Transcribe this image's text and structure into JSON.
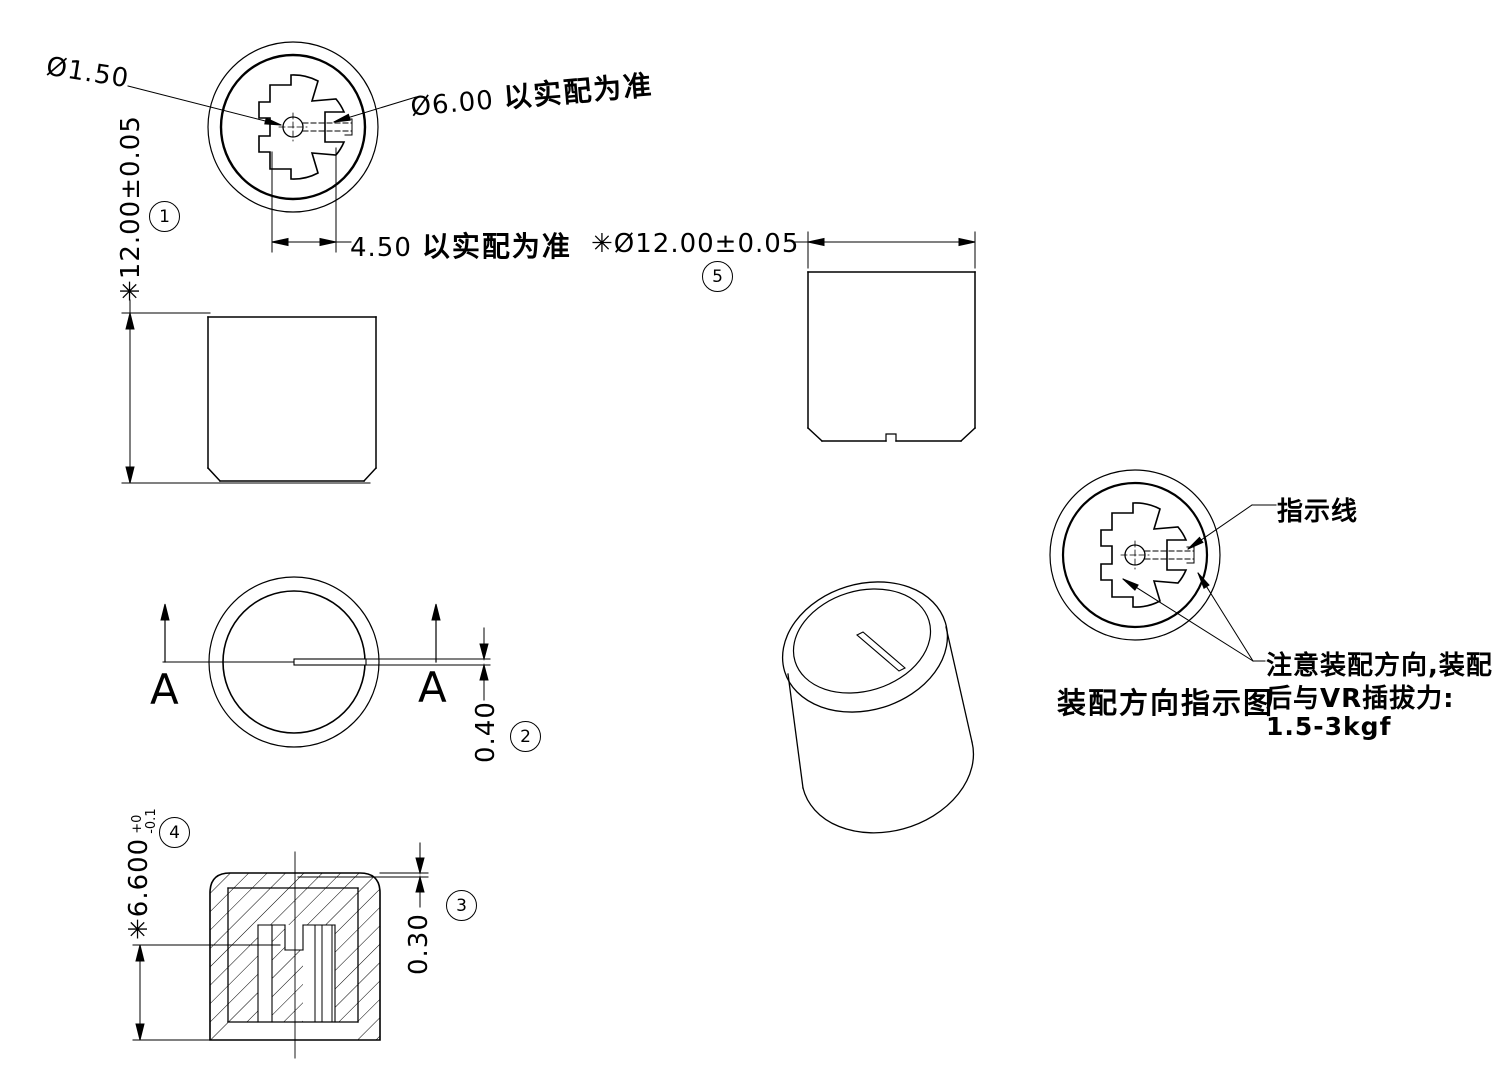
{
  "labels": {
    "dia_hole": "Ø1.50",
    "dia_shaft": "Ø6.00",
    "fit_note_shaft": "以实配为准",
    "dim_flat": "4.50",
    "fit_note_flat": "以实配为准",
    "dim_height": "✳12.00±0.05",
    "dim_outer_dia": "✳Ø12.00±0.05",
    "dim_indicator_width": "0.40",
    "dim_groove_depth": "0.30",
    "dim_hole_depth": "✳6.600",
    "tol_plus": "+0",
    "tol_minus": "-0.1",
    "section_left": "A",
    "section_right": "A",
    "indicator_line": "指示线",
    "assembly_note_1": "注意装配方向,装配",
    "assembly_note_2": "后与VR插拔力:",
    "assembly_note_3": "1.5-3kgf",
    "assembly_caption": "装配方向指示图"
  },
  "balloons": {
    "b1": "1",
    "b2": "2",
    "b3": "3",
    "b4": "4",
    "b5": "5"
  },
  "colors": {
    "line": "#000000",
    "background": "#ffffff"
  }
}
